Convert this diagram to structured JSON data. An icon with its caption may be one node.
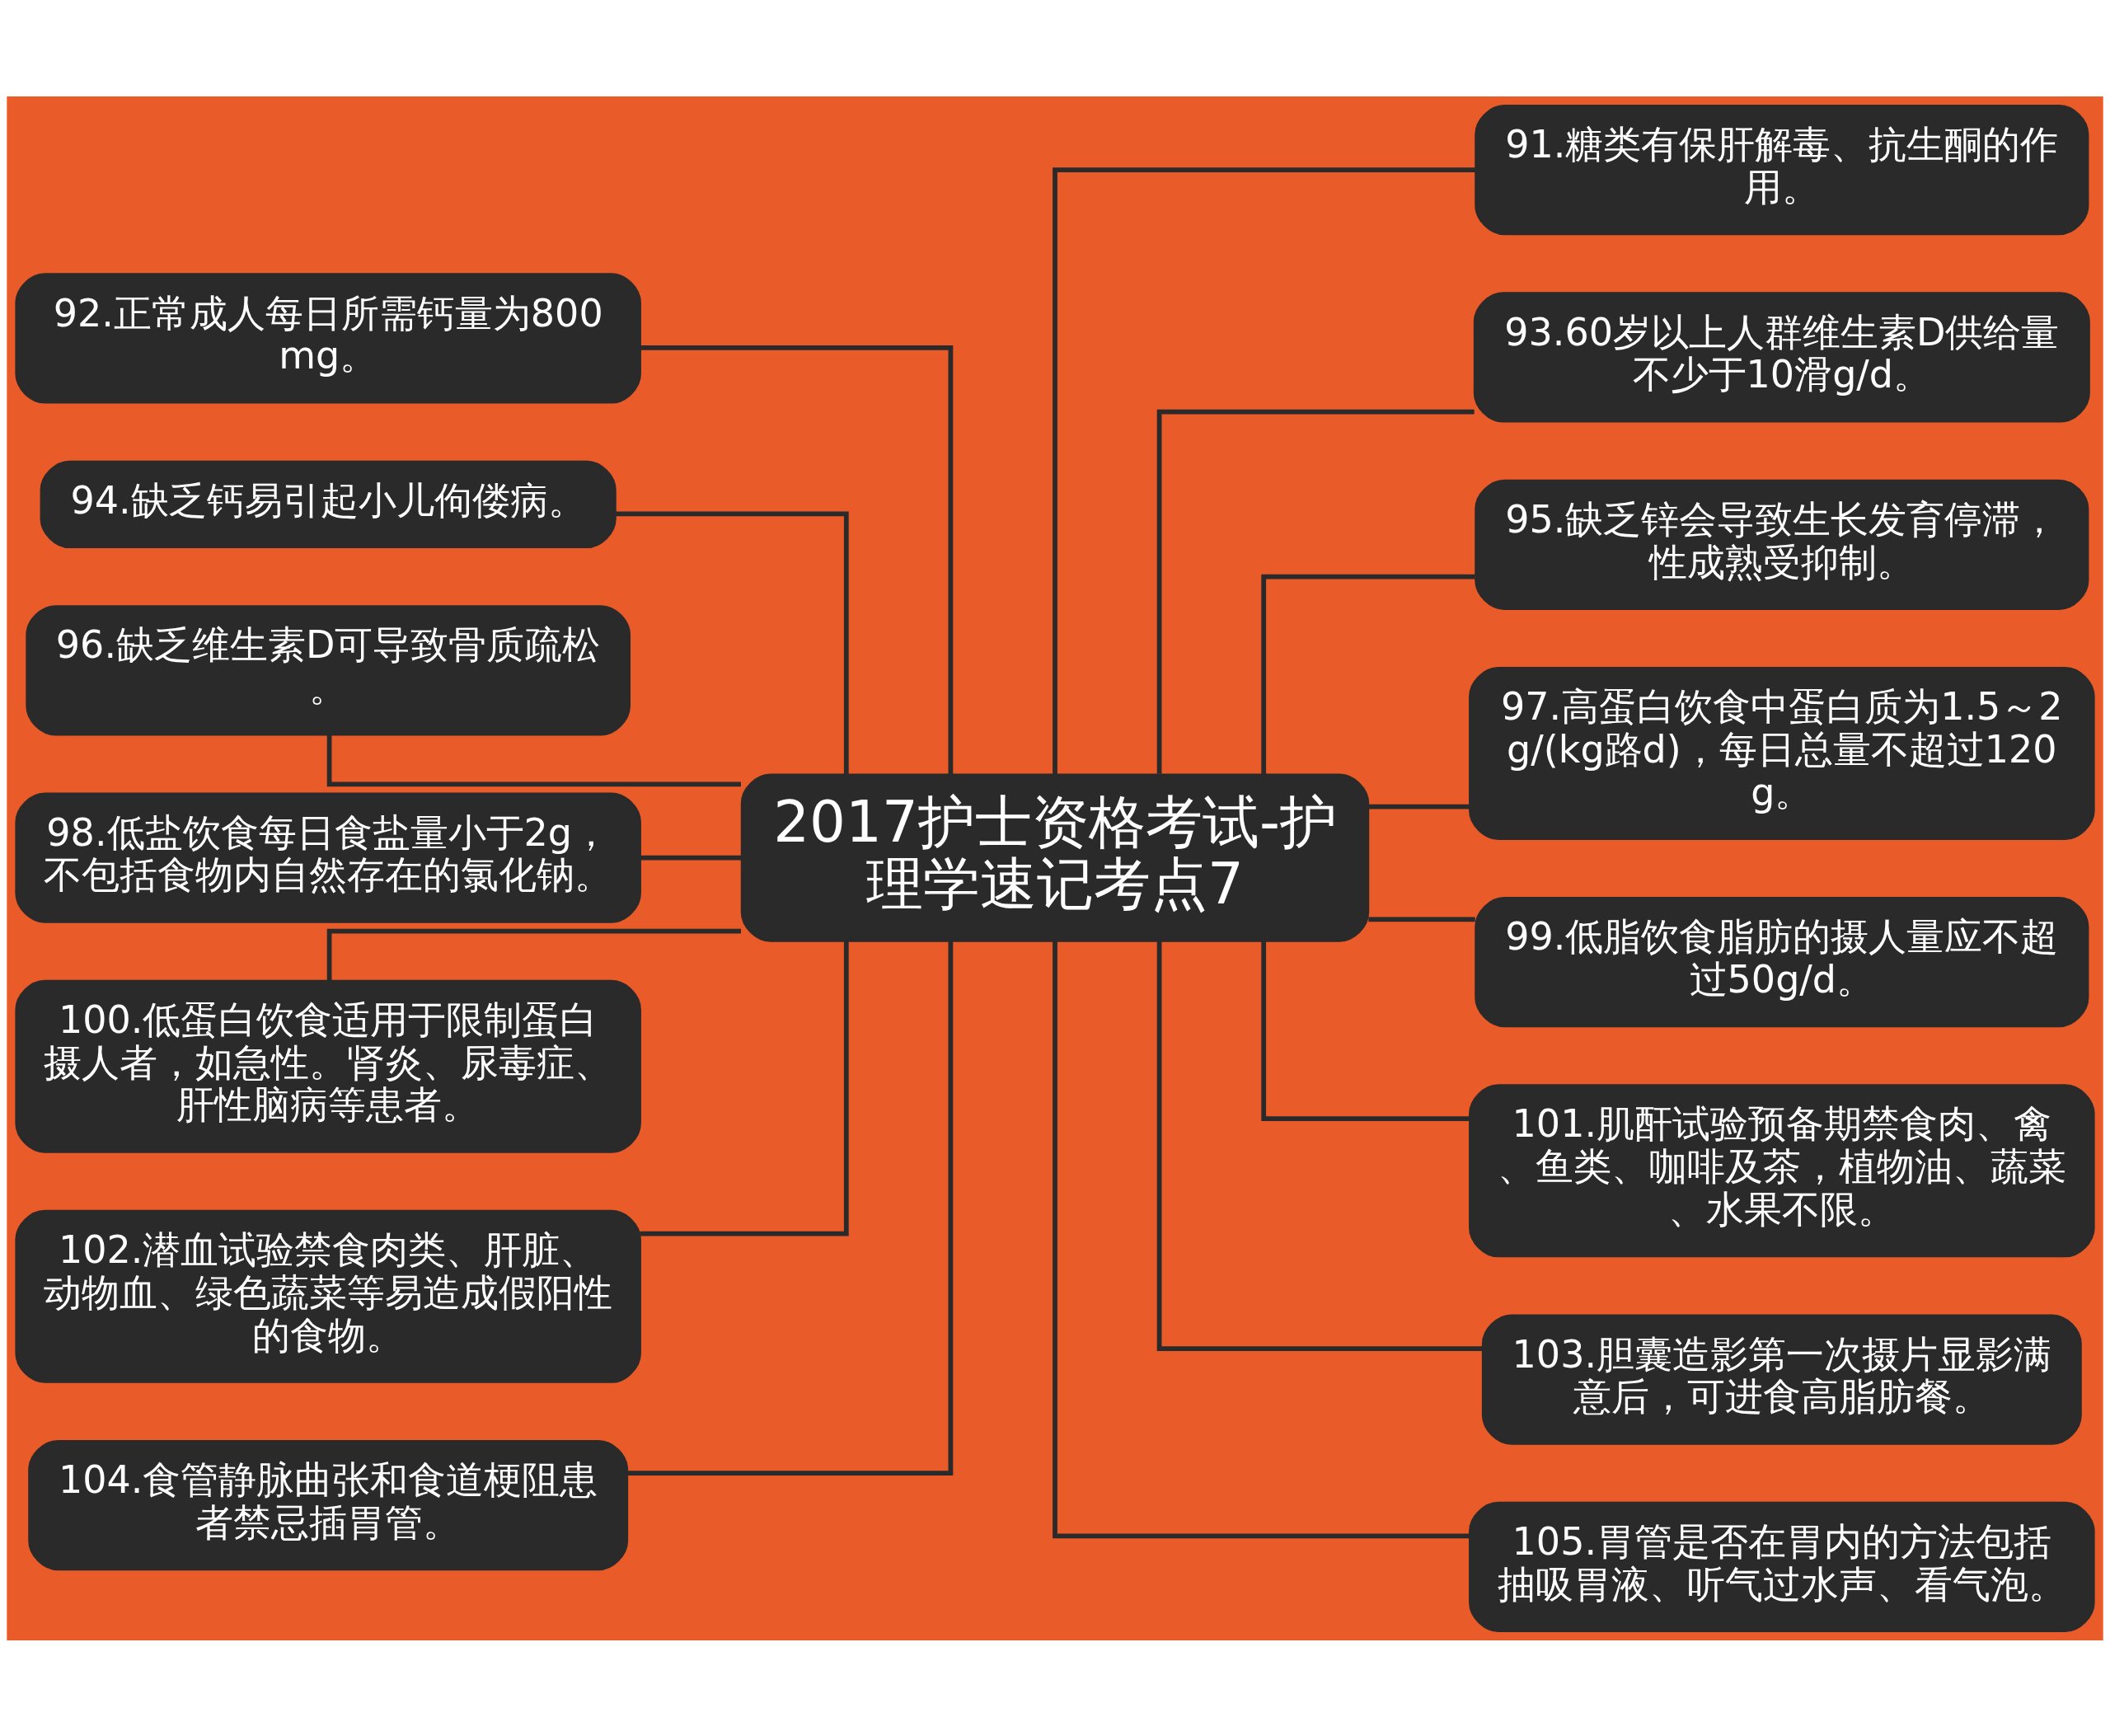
{
  "diagram": {
    "nodes": [
      {
        "text": [
          "2017护士资格考试-护理学速记考点7"
        ]
      },
      {
        "text": [
          "91.糖类有保肝解毒、抗生酮的作用。"
        ]
      },
      {
        "text": [
          "92.正常成人每日所需钙量为800 mg。"
        ]
      },
      {
        "text": [
          "93.60岁以上人群维生素D供给量不少于10滑g/d。"
        ]
      },
      {
        "text": [
          "94.缺乏钙易引起小儿佝偻病。"
        ]
      },
      {
        "text": [
          "95.缺乏锌会导致生长发育停滞，性成熟受抑制。"
        ]
      },
      {
        "text": [
          "96.缺乏维生素D可导致骨质疏松。"
        ]
      },
      {
        "text": [
          "97.高蛋白饮食中蛋白质为1.5～2g/(kg路d)，每日总量不超过120g。"
        ]
      },
      {
        "text": [
          "98.低盐饮食每日食盐量小于2g，不包括食物内自然存在的氯化钠。"
        ]
      },
      {
        "text": [
          "99.低脂饮食脂肪的摄人量应不超过50g/d。"
        ]
      },
      {
        "text": [
          "100.低蛋白饮食适用于限制蛋白摄人者，如急性。肾炎、尿毒症、肝性脑病等患者。"
        ]
      },
      {
        "text": [
          "101.肌酐试验预备期禁食肉、禽、鱼类、咖啡及茶，植物油、蔬菜、水果不限。"
        ]
      },
      {
        "text": [
          "102.潜血试验禁食肉类、肝脏、动物血、绿色蔬菜等易造成假阳性的食物。"
        ]
      },
      {
        "text": [
          "103.胆囊造影第一次摄片显影满意后，可进食高脂肪餐。"
        ]
      },
      {
        "text": [
          "104.食管静脉曲张和食道梗阻患者禁忌插胃管。"
        ]
      },
      {
        "text": [
          "105.胃管是否在胃内的方法包括抽吸胃液、听气过水声、看气泡。"
        ]
      }
    ],
    "edges": [
      {
        "from": 0,
        "to": 1,
        "arrow": "none"
      },
      {
        "from": 0,
        "to": 2,
        "arrow": "none"
      },
      {
        "from": 0,
        "to": 3,
        "arrow": "none"
      },
      {
        "from": 0,
        "to": 4,
        "arrow": "none"
      },
      {
        "from": 0,
        "to": 5,
        "arrow": "none"
      },
      {
        "from": 0,
        "to": 6,
        "arrow": "none"
      },
      {
        "from": 0,
        "to": 7,
        "arrow": "none"
      },
      {
        "from": 0,
        "to": 8,
        "arrow": "none"
      },
      {
        "from": 0,
        "to": 9,
        "arrow": "none"
      },
      {
        "from": 0,
        "to": 10,
        "arrow": "none"
      },
      {
        "from": 0,
        "to": 11,
        "arrow": "none"
      },
      {
        "from": 0,
        "to": 12,
        "arrow": "none"
      },
      {
        "from": 0,
        "to": 13,
        "arrow": "none"
      },
      {
        "from": 0,
        "to": 14,
        "arrow": "none"
      },
      {
        "from": 0,
        "to": 15,
        "arrow": "none"
      }
    ]
  }
}
